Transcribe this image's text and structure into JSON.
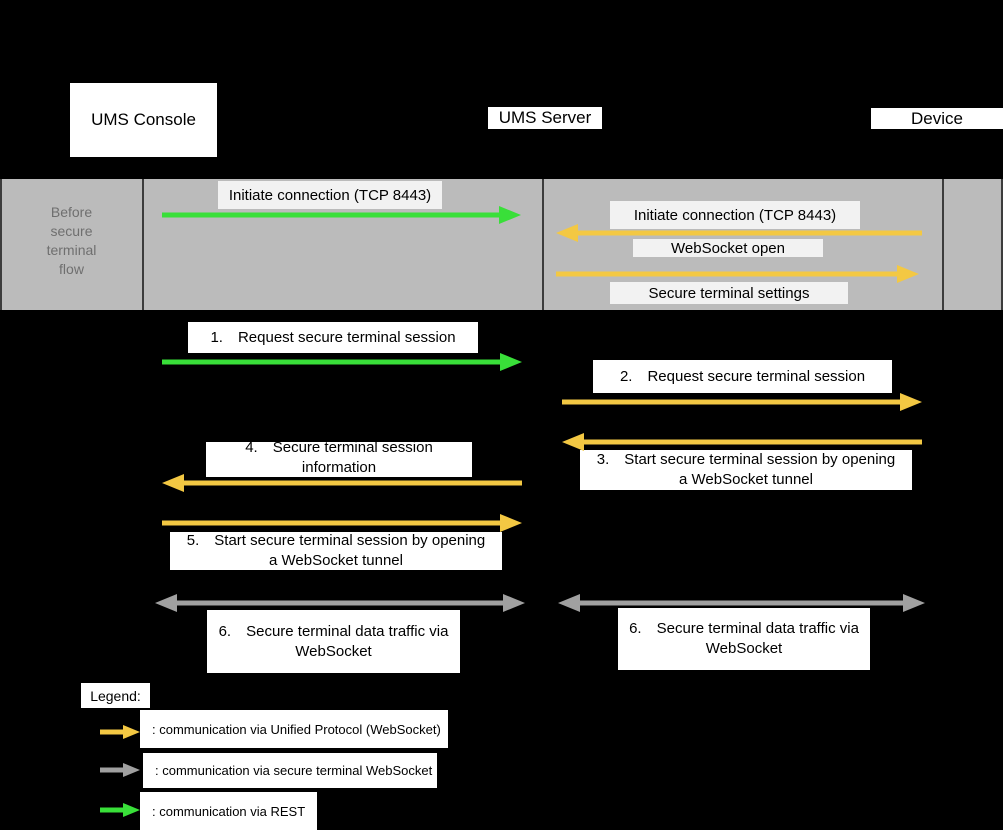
{
  "colors": {
    "background": "#000000",
    "rest_green": "#39df39",
    "unified_orange": "#f3c843",
    "ws_gray": "#a0a0a0",
    "band_bg": "#bbbbbb",
    "band_label_bg": "#f2f2f2",
    "band_text": "#6f6f6f",
    "lifeline": "#3c3c3c"
  },
  "titles": {
    "console": "UMS Console",
    "server": "UMS Server",
    "device": "Device"
  },
  "band": {
    "label_lines": [
      "Before",
      "secure",
      "terminal",
      "flow"
    ],
    "messages": [
      {
        "text": "Initiate connection (TCP 8443)"
      },
      {
        "text": "Initiate connection (TCP 8443)"
      },
      {
        "text": "WebSocket open"
      },
      {
        "text": "Secure terminal settings"
      }
    ]
  },
  "steps": [
    {
      "num": "1.",
      "lines": [
        "Request secure terminal session"
      ]
    },
    {
      "num": "2.",
      "lines": [
        "Request secure terminal session"
      ]
    },
    {
      "num": "3.",
      "lines": [
        "Start secure terminal session by opening",
        "a WebSocket tunnel"
      ]
    },
    {
      "num": "4.",
      "lines": [
        "Secure terminal session",
        "information"
      ]
    },
    {
      "num": "5.",
      "lines": [
        "Start secure terminal session by opening",
        "a WebSocket tunnel"
      ]
    },
    {
      "num": "6.",
      "lines": [
        "Secure terminal data traffic via",
        "WebSocket"
      ]
    },
    {
      "num": "6.",
      "lines": [
        "Secure terminal data traffic via",
        "WebSocket"
      ]
    }
  ],
  "legend": {
    "title": "Legend:",
    "items": [
      {
        "text": ": communication via Unified Protocol (WebSocket)"
      },
      {
        "text": ": communication via secure terminal WebSocket"
      },
      {
        "text": ": communication via REST"
      }
    ]
  }
}
